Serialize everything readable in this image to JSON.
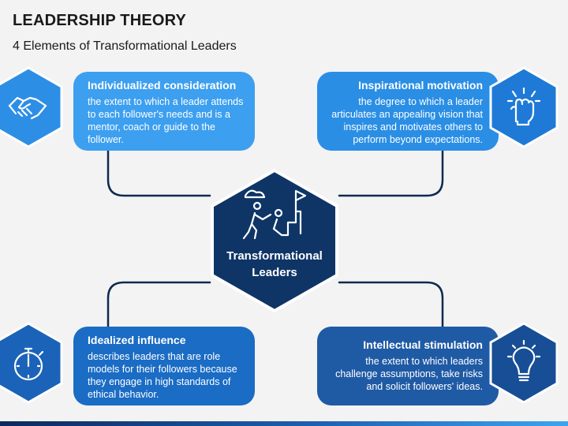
{
  "title": "LEADERSHIP THEORY",
  "subtitle": "4 Elements of Transformational Leaders",
  "center": {
    "line1": "Transformational",
    "line2": "Leaders"
  },
  "elements": {
    "individualized": {
      "title": "Individualized consideration",
      "description": "the extent to which a leader attends to each follower's needs and is a mentor, coach or guide to the follower.",
      "icon": "handshake-icon"
    },
    "inspirational": {
      "title": "Inspirational motivation",
      "description": "the degree to which a leader articulates an appealing vision that inspires and motivates others to perform beyond expectations.",
      "icon": "raised-fist-icon"
    },
    "idealized": {
      "title": "Idealized influence",
      "description": "describes leaders that are role models for their followers because they engage in high standards of ethical behavior.",
      "icon": "stopwatch-icon"
    },
    "intellectual": {
      "title": "Intellectual stimulation",
      "description": "the extent to which leaders challenge assumptions, take risks and solicit followers' ideas.",
      "icon": "lightbulb-icon"
    }
  },
  "colors": {
    "connector": "#0e2a4f",
    "center_fill": "#0e3566",
    "card_tl": "#3d9fef",
    "card_tr": "#2a8ee5",
    "card_bl": "#1a6cc4",
    "card_br": "#1f5aa5",
    "hex_tl": "#2d8ee6",
    "hex_tr": "#1e7ad6",
    "hex_bl": "#1b63b8",
    "hex_br": "#174e95"
  }
}
